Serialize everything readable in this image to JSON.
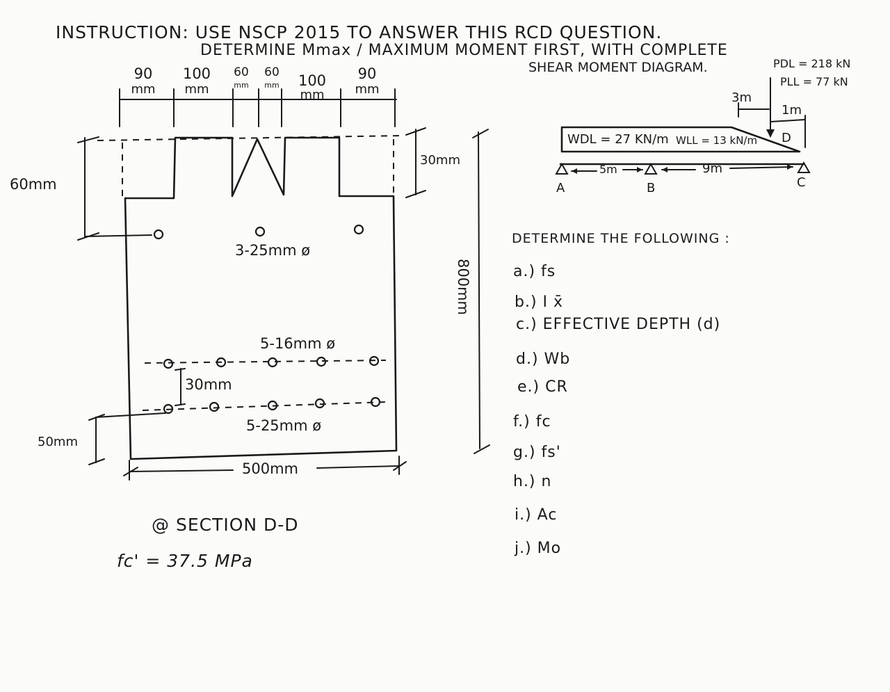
{
  "header": {
    "line1": "INSTRUCTION: USE NSCP 2015 TO ANSWER THIS RCD QUESTION.",
    "line2": "DETERMINE Mmax / MAXIMUM MOMENT FIRST, WITH COMPLETE",
    "line3": "SHEAR MOMENT DIAGRAM."
  },
  "section": {
    "top_dims": [
      {
        "value": "90",
        "unit": "mm"
      },
      {
        "value": "100",
        "unit": "mm"
      },
      {
        "value": "60",
        "unit": "mm"
      },
      {
        "value": "60",
        "unit": "mm"
      },
      {
        "value": "100",
        "unit": "mm"
      },
      {
        "value": "90",
        "unit": "mm"
      }
    ],
    "left_dim": "60mm",
    "right_top_dim": "30mm",
    "height_dim": "800mm",
    "top_bars": "3-25mm ø",
    "mid_bars": "5-16mm ø",
    "spacing": "30mm",
    "bottom_bars": "5-25mm ø",
    "bottom_left_dim": "50mm",
    "width_dim": "500mm",
    "section_label": "@ SECTION D-D",
    "fc": "fc' = 37.5 MPa"
  },
  "beam": {
    "pdl": "PDL = 218 kN",
    "pll": "PLL = 77 kN",
    "dim_3m": "3m",
    "dim_1m": "1m",
    "wdl": "WDL = 27 KN/m",
    "wll": "WLL = 13 kN/m",
    "point_d": "D",
    "span_ab": "5m",
    "span_bc": "9m",
    "support_a": "A",
    "support_b": "B",
    "support_c": "C"
  },
  "questions": {
    "heading": "DETERMINE THE FOLLOWING :",
    "items": [
      "a.) fs",
      "b.) I x̄",
      "c.) EFFECTIVE DEPTH (d)",
      "d.) Wb",
      "e.) CR",
      "f.) fc",
      "g.) fs'",
      "h.) n",
      "i.) Ac",
      "j.) Mo"
    ]
  }
}
